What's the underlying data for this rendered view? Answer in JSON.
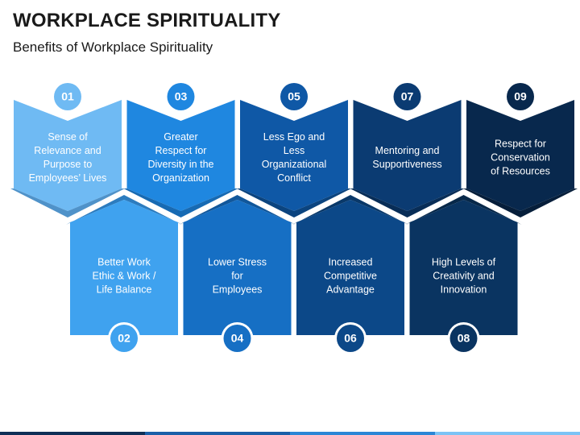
{
  "header": {
    "title": "WORKPLACE SPIRITUALITY",
    "subtitle": "Benefits of Workplace Spirituality"
  },
  "items": [
    {
      "number": "01",
      "lines": [
        "Sense of",
        "Relevance and",
        "Purpose to",
        "Employees’ Lives"
      ],
      "color": "#6fbaf3",
      "shadow": "#4f92c9"
    },
    {
      "number": "02",
      "lines": [
        "Better Work",
        "Ethic & Work /",
        "Life Balance"
      ],
      "color": "#3fa2ef",
      "shadow": "#2c7cbf"
    },
    {
      "number": "03",
      "lines": [
        "Greater",
        "Respect for",
        "Diversity in the",
        "Organization"
      ],
      "color": "#1f87e0",
      "shadow": "#176ab3"
    },
    {
      "number": "04",
      "lines": [
        "Lower Stress",
        "for",
        "Employees"
      ],
      "color": "#166fc4",
      "shadow": "#11579b"
    },
    {
      "number": "05",
      "lines": [
        "Less Ego and",
        "Less",
        "Organizational",
        "Conflict"
      ],
      "color": "#0f58a6",
      "shadow": "#0b447f"
    },
    {
      "number": "06",
      "lines": [
        "Increased",
        "Competitive",
        "Advantage"
      ],
      "color": "#0c4888",
      "shadow": "#093869"
    },
    {
      "number": "07",
      "lines": [
        "Mentoring and",
        "Supportiveness"
      ],
      "color": "#0b3b72",
      "shadow": "#082d57"
    },
    {
      "number": "08",
      "lines": [
        "High Levels of",
        "Creativity and",
        "Innovation"
      ],
      "color": "#0a3461",
      "shadow": "#072849"
    },
    {
      "number": "09",
      "lines": [
        "Respect for",
        "Conservation",
        "of Resources"
      ],
      "color": "#08284d",
      "shadow": "#061e3a"
    }
  ],
  "number_text_color": "#ffffff",
  "circle_fill": "#ffffff"
}
